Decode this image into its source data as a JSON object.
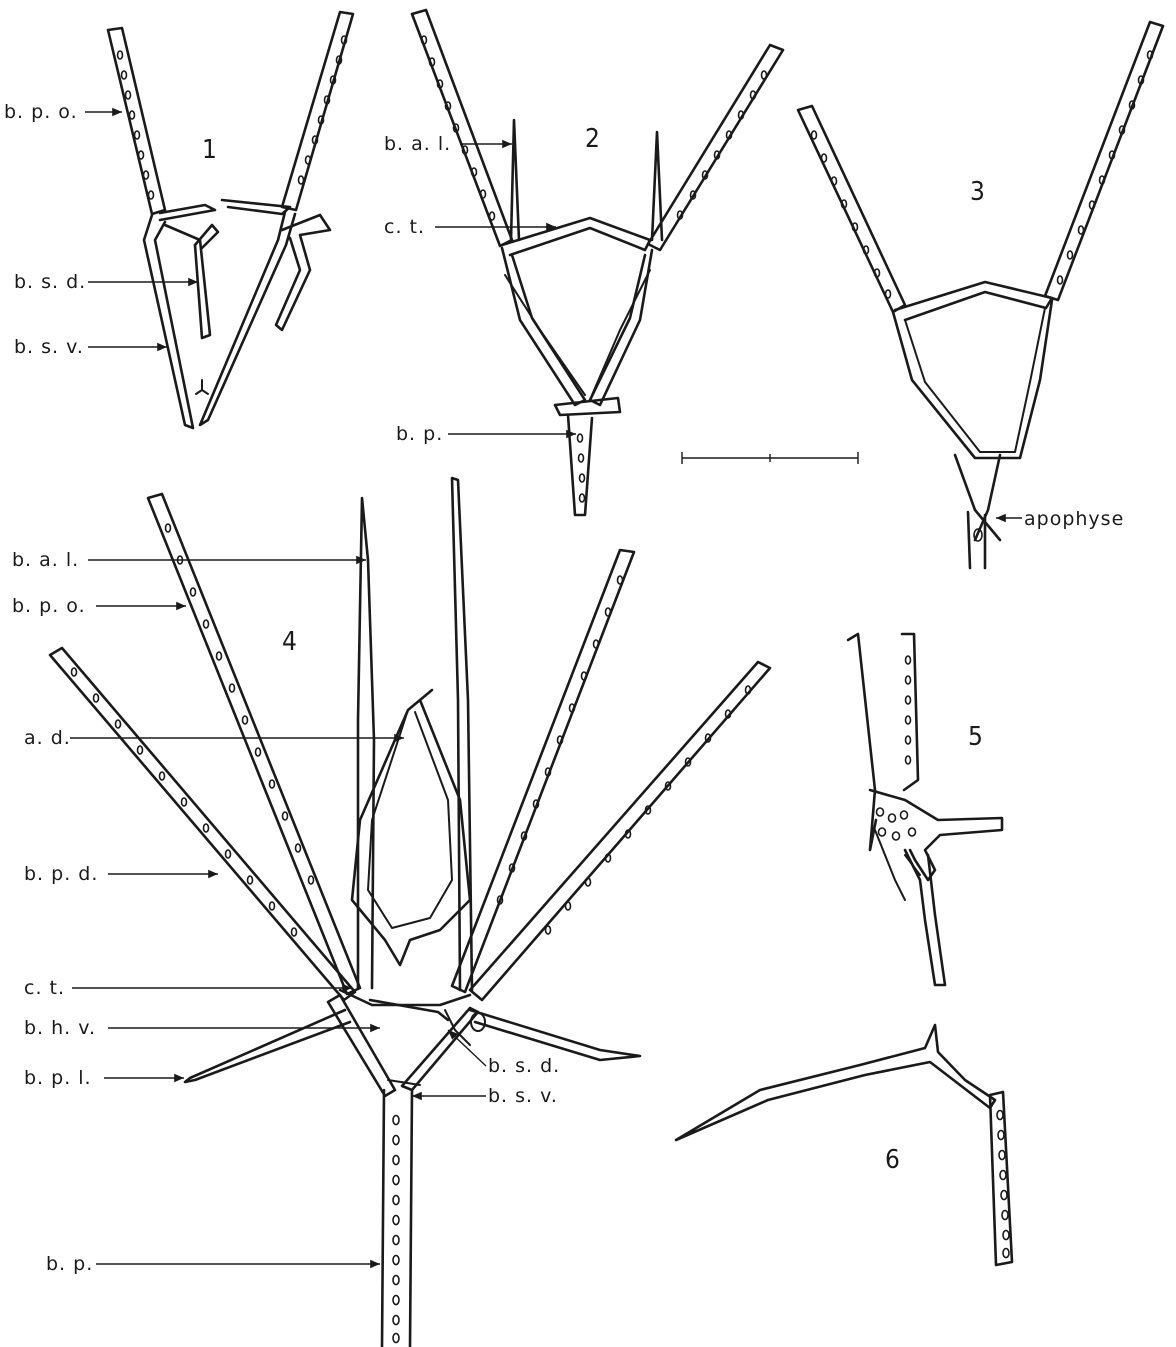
{
  "figures": [
    {
      "number": "1"
    },
    {
      "number": "2"
    },
    {
      "number": "3"
    },
    {
      "number": "4"
    },
    {
      "number": "5"
    },
    {
      "number": "6"
    }
  ],
  "labels": {
    "f1_bpo": "b. p. o.",
    "f1_bsd": "b. s. d.",
    "f1_bsv": "b. s. v.",
    "f2_bal": "b. a. l.",
    "f2_ct": "c. t.",
    "f2_bp": "b. p.",
    "f3_apophyse": "apophyse",
    "f4_bal": "b. a. l.",
    "f4_bpo": "b. p. o.",
    "f4_ad": "a. d.",
    "f4_bpd": "b. p. d.",
    "f4_ct": "c. t.",
    "f4_bhv": "b. h. v.",
    "f4_bpl": "b. p. l.",
    "f4_bsd": "b. s. d.",
    "f4_bsv": "b. s. v.",
    "f4_bp": "b. p."
  }
}
